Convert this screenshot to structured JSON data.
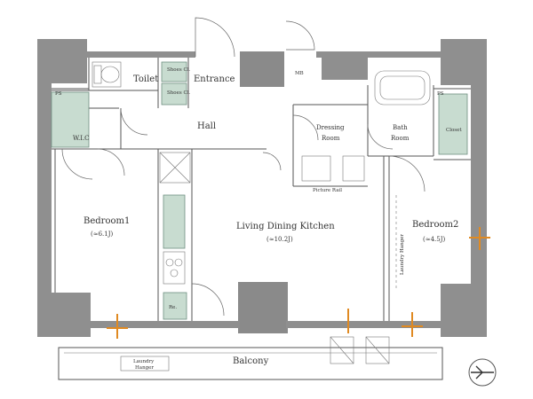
{
  "rooms": {
    "toilet": "Toilet",
    "shoes_cl_1": "Shoes Cl.",
    "shoes_cl_2": "Shoes Cl.",
    "entrance": "Entrance",
    "ms": "MB",
    "hall": "Hall",
    "wic": "W.I.C",
    "ps_left": "PS",
    "ps_right": "PS",
    "dressing": "Dressing",
    "dressing_2": "Room",
    "bath": "Bath",
    "bath_2": "Room",
    "closet": "Closet",
    "bedroom1": "Bedroom1",
    "bedroom1_size": "(≈6.1J)",
    "ldk": "Living Dining Kitchen",
    "ldk_size": "(≈10.2J)",
    "bedroom2": "Bedroom2",
    "bedroom2_size": "(≈4.5J)",
    "laundry_hanger_1": "Laundry Hanger",
    "laundry_hanger_2": "Laundry",
    "laundry_hanger_3": "Hanger",
    "balcony": "Balcony",
    "picture_rail": "Picture Rail",
    "refrigerator": "Re."
  },
  "colors": {
    "wall": "#8f8f8f",
    "fixture": "#c8dcd0",
    "accent": "#e08a22"
  }
}
